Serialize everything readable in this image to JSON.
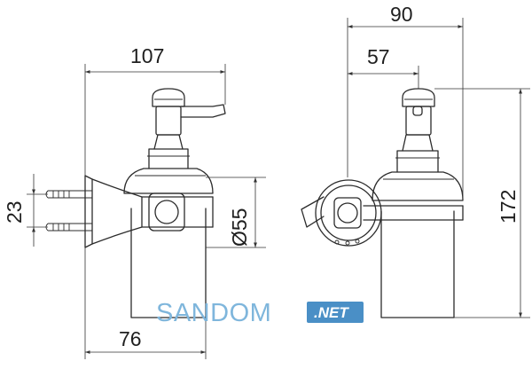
{
  "dimensions": {
    "top_left_width": "107",
    "bottom_left_width": "76",
    "mount_height": "23",
    "diameter": "Ø55",
    "top_right_total": "90",
    "top_right_inner": "57",
    "right_height": "172"
  },
  "watermark": {
    "brand": "SANDOM",
    "domain": ".NET",
    "brand_color": "#7fb6dc",
    "badge_color": "#4a8fc6"
  },
  "colors": {
    "line": "#2b2b2b",
    "background": "#ffffff"
  }
}
